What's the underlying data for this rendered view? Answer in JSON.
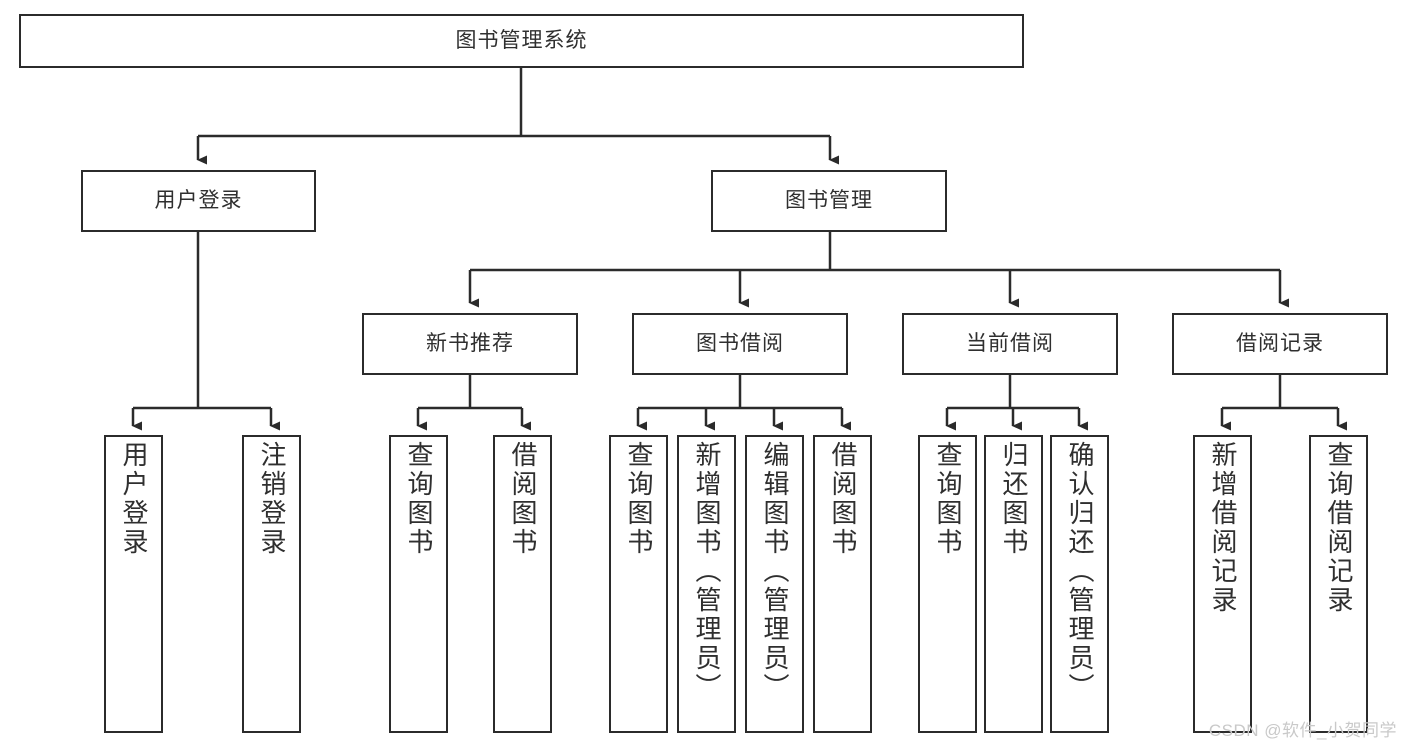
{
  "diagram": {
    "title": "图书管理系统",
    "type": "hierarchy-tree",
    "watermark": "CSDN @软件_小贺同学",
    "colors": {
      "box_border": "#2b2b2b",
      "box_fill": "#ffffff",
      "line": "#2b2b2b",
      "text": "#2f2f2f",
      "watermark": "#c9c9c9"
    },
    "root": {
      "label": "图书管理系统"
    },
    "level1": [
      {
        "label": "用户登录"
      },
      {
        "label": "图书管理"
      }
    ],
    "level2": [
      {
        "label": "新书推荐"
      },
      {
        "label": "图书借阅"
      },
      {
        "label": "当前借阅"
      },
      {
        "label": "借阅记录"
      }
    ],
    "leaves": {
      "user_login": [
        {
          "label": "用户登录"
        },
        {
          "label": "注销登录"
        }
      ],
      "new_book_recommend": [
        {
          "label": "查询图书"
        },
        {
          "label": "借阅图书"
        }
      ],
      "book_borrow": [
        {
          "label": "查询图书"
        },
        {
          "label": "新增图书（管理员）"
        },
        {
          "label": "编辑图书（管理员）"
        },
        {
          "label": "借阅图书"
        }
      ],
      "current_borrow": [
        {
          "label": "查询图书"
        },
        {
          "label": "归还图书"
        },
        {
          "label": "确认归还（管理员）"
        }
      ],
      "borrow_record": [
        {
          "label": "新增借阅记录"
        },
        {
          "label": "查询借阅记录"
        }
      ]
    }
  }
}
